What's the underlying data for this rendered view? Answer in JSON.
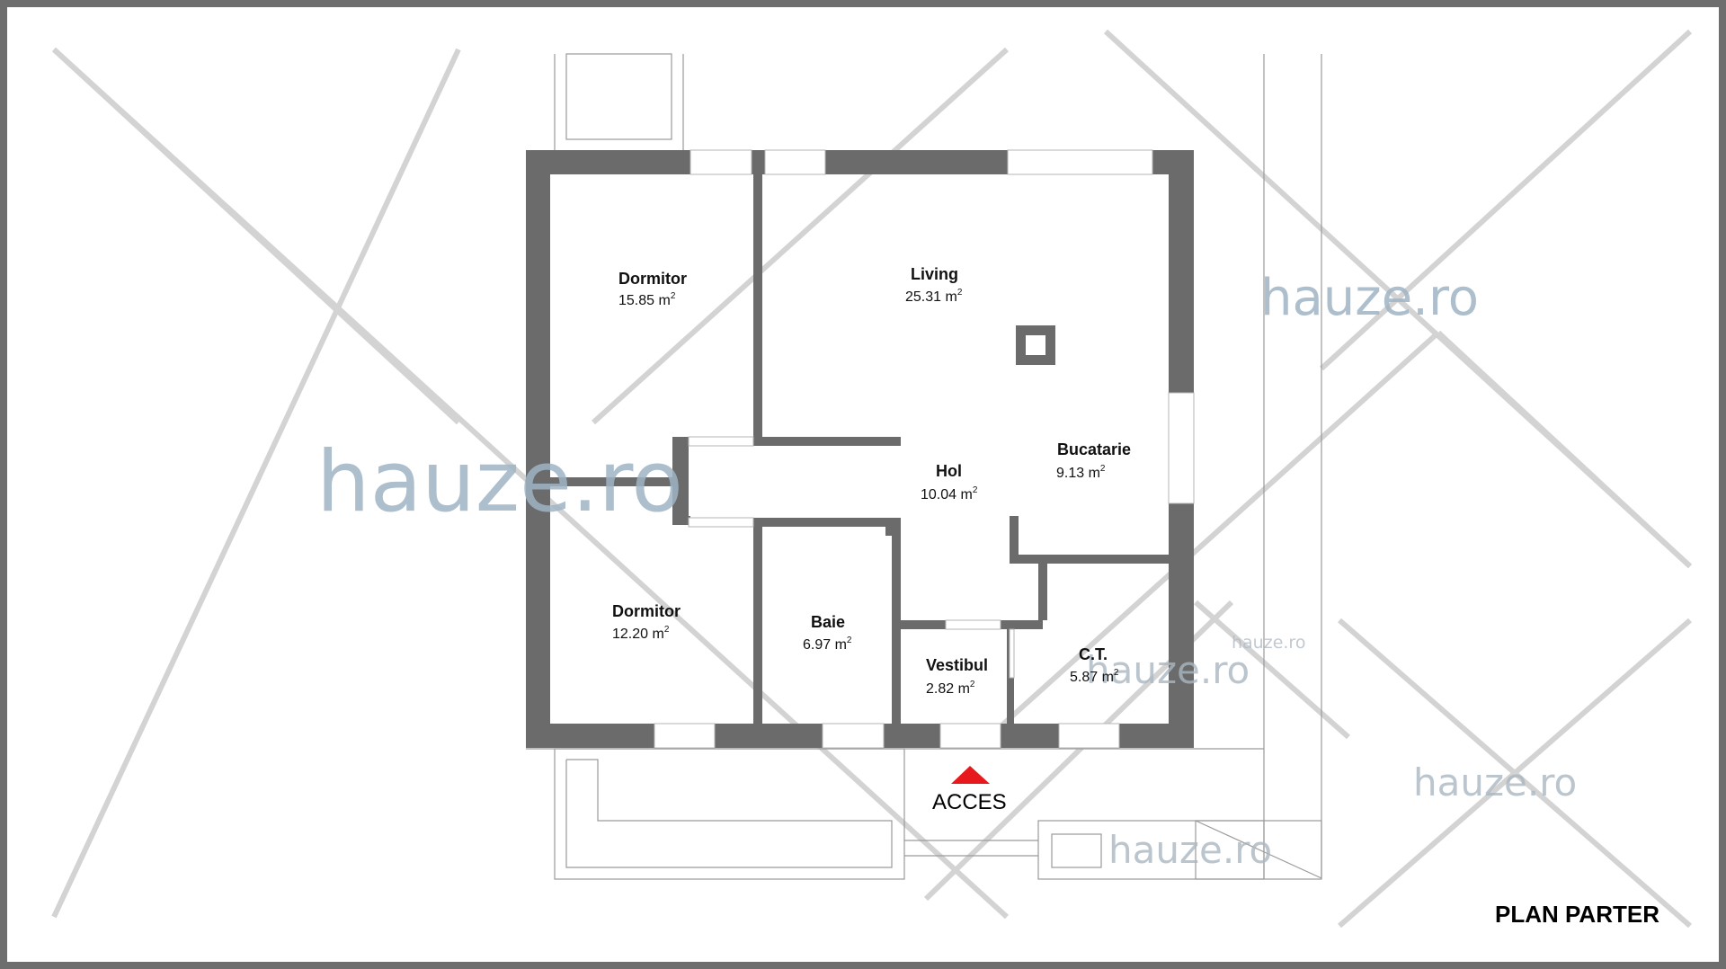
{
  "plan": {
    "title": "PLAN PARTER",
    "access_label": "ACCES",
    "area_unit_suffix": "2"
  },
  "rooms": [
    {
      "name": "Dormitor",
      "area": "15.85 m"
    },
    {
      "name": "Living",
      "area": "25.31 m"
    },
    {
      "name": "Hol",
      "area": "10.04 m"
    },
    {
      "name": "Bucatarie",
      "area": "9.13 m"
    },
    {
      "name": "Dormitor",
      "area": "12.20 m"
    },
    {
      "name": "Baie",
      "area": "6.97 m"
    },
    {
      "name": "Vestibul",
      "area": "2.82 m"
    },
    {
      "name": "C.T.",
      "area": "5.87 m"
    }
  ],
  "watermark": {
    "text": "hauze.ro"
  },
  "colors": {
    "wall": "#6b6b6b",
    "frame": "#6e6e6e",
    "access_arrow": "#e8191c",
    "watermark": "#9fb3c4"
  }
}
